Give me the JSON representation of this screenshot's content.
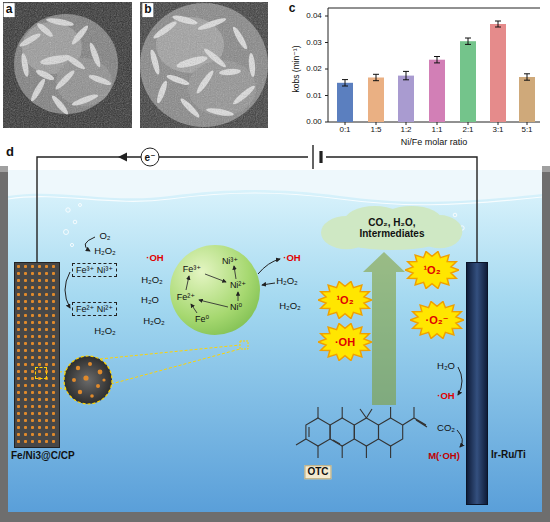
{
  "diagram": {
    "nodes": [
      {
        "text": [
          "Fe/Ni3@C/CP"
        ]
      },
      {
        "text": [
          "Fe³⁺ Ni³⁺"
        ]
      },
      {
        "text": [
          "Fe²⁺ Ni²⁺"
        ]
      },
      {
        "text": [
          "Ni³⁺",
          "Fe³⁺",
          "Ni²⁺",
          "Fe²⁺",
          "Ni⁰",
          "Fe⁰"
        ]
      },
      {
        "text": [
          "CO₂, H₂O, Intermediates"
        ]
      },
      {
        "text": [
          "¹O₂"
        ]
      },
      {
        "text": [
          "¹O₂"
        ]
      },
      {
        "text": [
          "·OH"
        ]
      },
      {
        "text": [
          "·O₂⁻"
        ]
      },
      {
        "text": [
          "Ir-Ru/Ti"
        ]
      }
    ],
    "edges": [
      {
        "from": 9,
        "to": 0,
        "arrow": "none",
        "label": "e⁻"
      }
    ],
    "labels": [
      "a",
      "b",
      "c",
      "0.00",
      "0.01",
      "0.02",
      "0.03",
      "0.04",
      "kobs (min⁻¹)",
      "0:1",
      "1:5",
      "1:2",
      "1:1",
      "2:1",
      "3:1",
      "5:1",
      "Ni/Fe molar ratio",
      "d",
      "O₂",
      "H₂O₂",
      "·OH",
      "H₂O₂",
      "H₂O",
      "H₂O₂",
      "H₂O₂",
      "·OH",
      "H₂O₂",
      "H₂O₂",
      "OTC",
      "H₂O",
      "·OH",
      "CO₂",
      "M(·OH)"
    ]
  }
}
